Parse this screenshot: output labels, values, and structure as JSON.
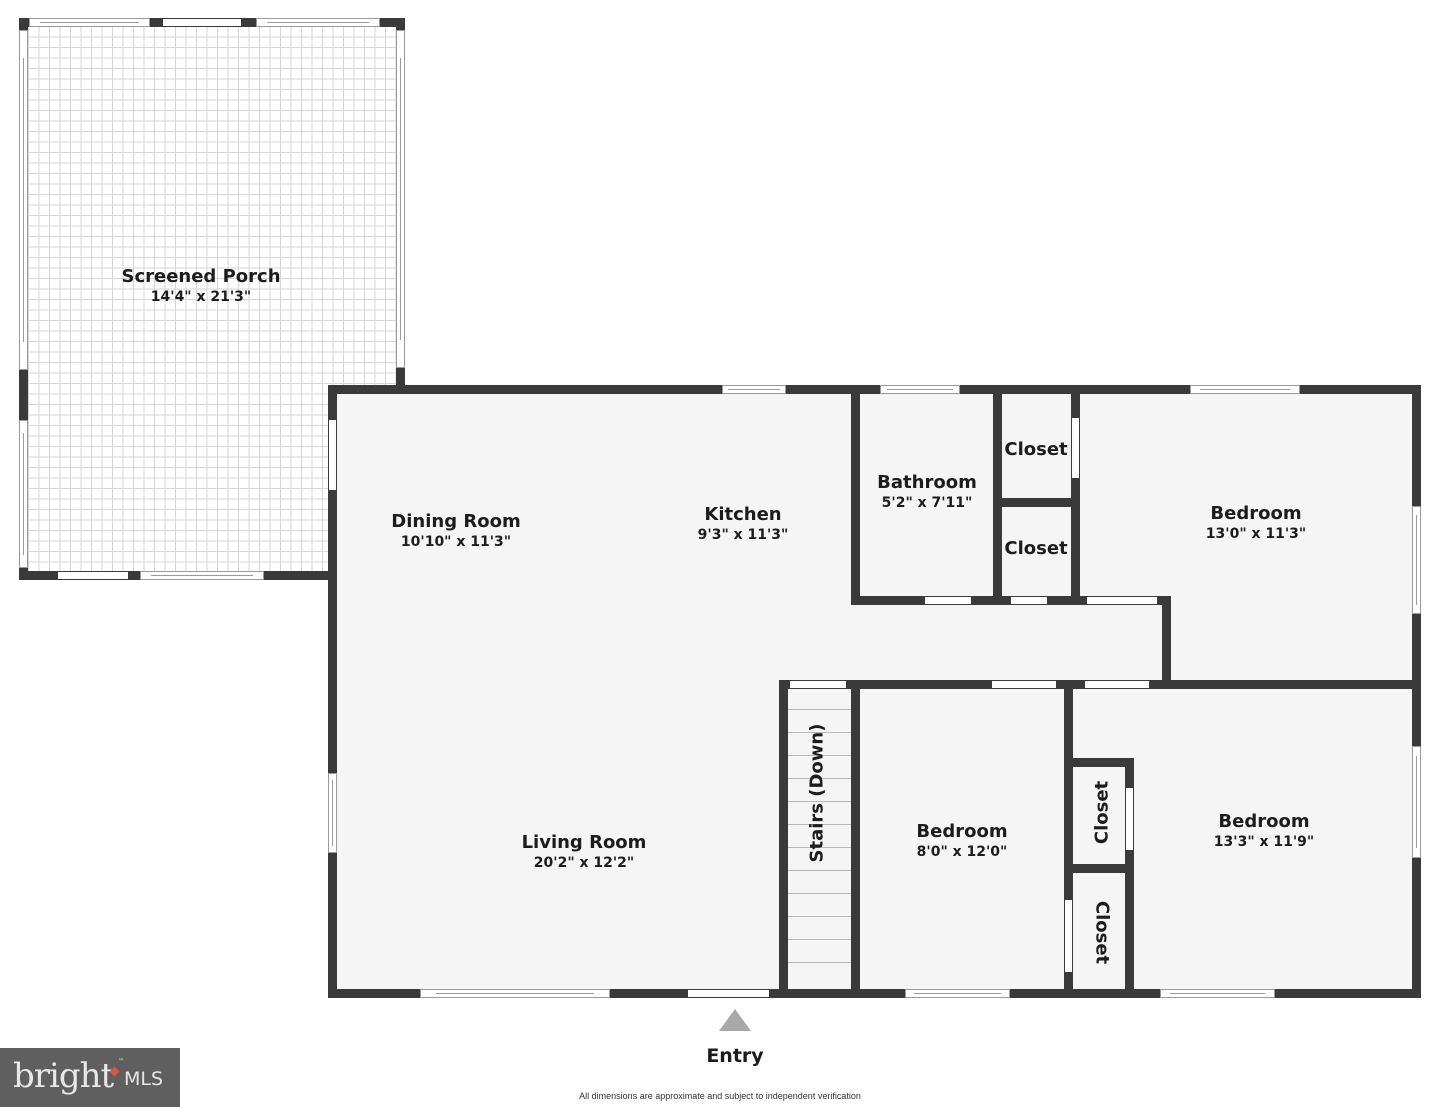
{
  "floorplan": {
    "rooms": [
      {
        "name": "Screened Porch",
        "dimensions": "14'4\" x 21'3\""
      },
      {
        "name": "Dining Room",
        "dimensions": "10'10\" x 11'3\""
      },
      {
        "name": "Kitchen",
        "dimensions": "9'3\" x 11'3\""
      },
      {
        "name": "Bathroom",
        "dimensions": "5'2\" x 7'11\""
      },
      {
        "name": "Closet"
      },
      {
        "name": "Closet"
      },
      {
        "name": "Bedroom",
        "dimensions": "13'0\" x 11'3\""
      },
      {
        "name": "Living Room",
        "dimensions": "20'2\" x 12'2\""
      },
      {
        "name": "Stairs (Down)"
      },
      {
        "name": "Bedroom",
        "dimensions": "8'0\" x 12'0\""
      },
      {
        "name": "Closet"
      },
      {
        "name": "Closet"
      },
      {
        "name": "Bedroom",
        "dimensions": "13'3\" x 11'9\""
      }
    ],
    "entry_label": "Entry",
    "disclaimer": "All dimensions are approximate and subject to independent verification"
  },
  "logo": {
    "brand": "bright",
    "suffix": "MLS",
    "trademark": "™",
    "accent_color": "#d9573a"
  },
  "colors": {
    "wall": "#3a3a3a",
    "floor": "#f5f5f5",
    "porch_tile": "#d6d6d6",
    "entry_arrow": "#a8a8a8",
    "logo_bg": "#5f5f5f"
  }
}
